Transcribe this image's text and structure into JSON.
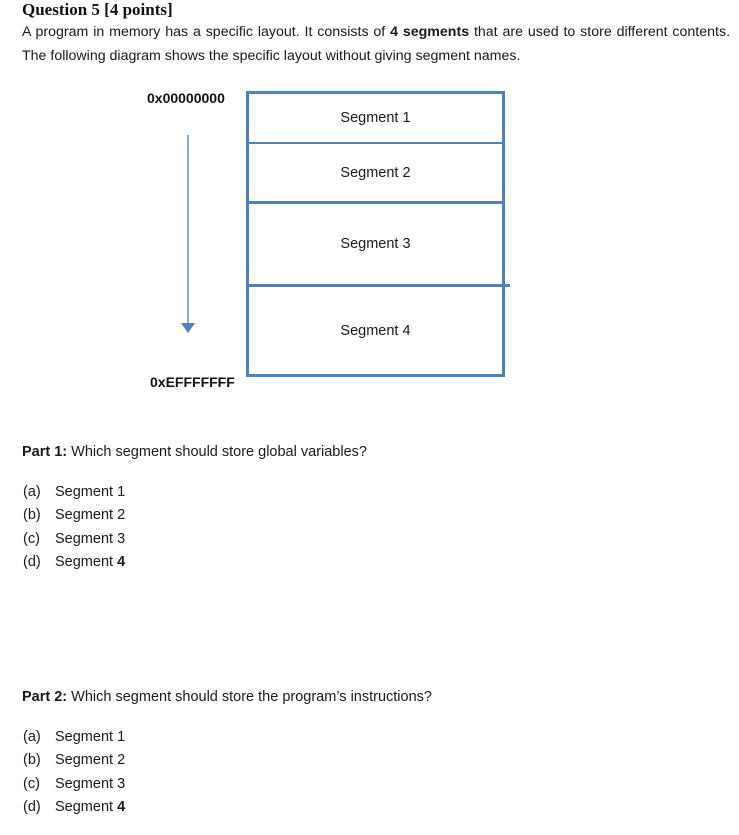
{
  "title": "Question 5 [4 points]",
  "intro": {
    "pre": "A program in memory has a specific layout. It consists of ",
    "bold": "4 segments",
    "post": " that are used to store different contents. The following diagram shows the specific layout without giving segment names."
  },
  "diagram": {
    "top_address": "0x00000000",
    "bottom_address": "0xEFFFFFFF",
    "segments": [
      {
        "label": "Segment 1"
      },
      {
        "label": "Segment 2"
      },
      {
        "label": "Segment 3"
      },
      {
        "label": "Segment 4"
      }
    ],
    "colors": {
      "border": "#4f81bd",
      "arrow_line": "#8ba9d4"
    }
  },
  "part1": {
    "label": "Part 1:",
    "question": " Which segment should store global variables?",
    "options": [
      {
        "letter": "(a)",
        "text": "Segment ",
        "num": "1"
      },
      {
        "letter": "(b)",
        "text": "Segment ",
        "num": "2"
      },
      {
        "letter": "(c)",
        "text": "Segment ",
        "num": "3"
      },
      {
        "letter": "(d)",
        "text": "Segment ",
        "num": "4"
      }
    ]
  },
  "part2": {
    "label": "Part 2:",
    "question": " Which segment should store the program’s instructions?",
    "options": [
      {
        "letter": "(a)",
        "text": "Segment ",
        "num": "1"
      },
      {
        "letter": "(b)",
        "text": "Segment ",
        "num": "2"
      },
      {
        "letter": "(c)",
        "text": "Segment ",
        "num": "3"
      },
      {
        "letter": "(d)",
        "text": "Segment ",
        "num": "4"
      }
    ]
  }
}
